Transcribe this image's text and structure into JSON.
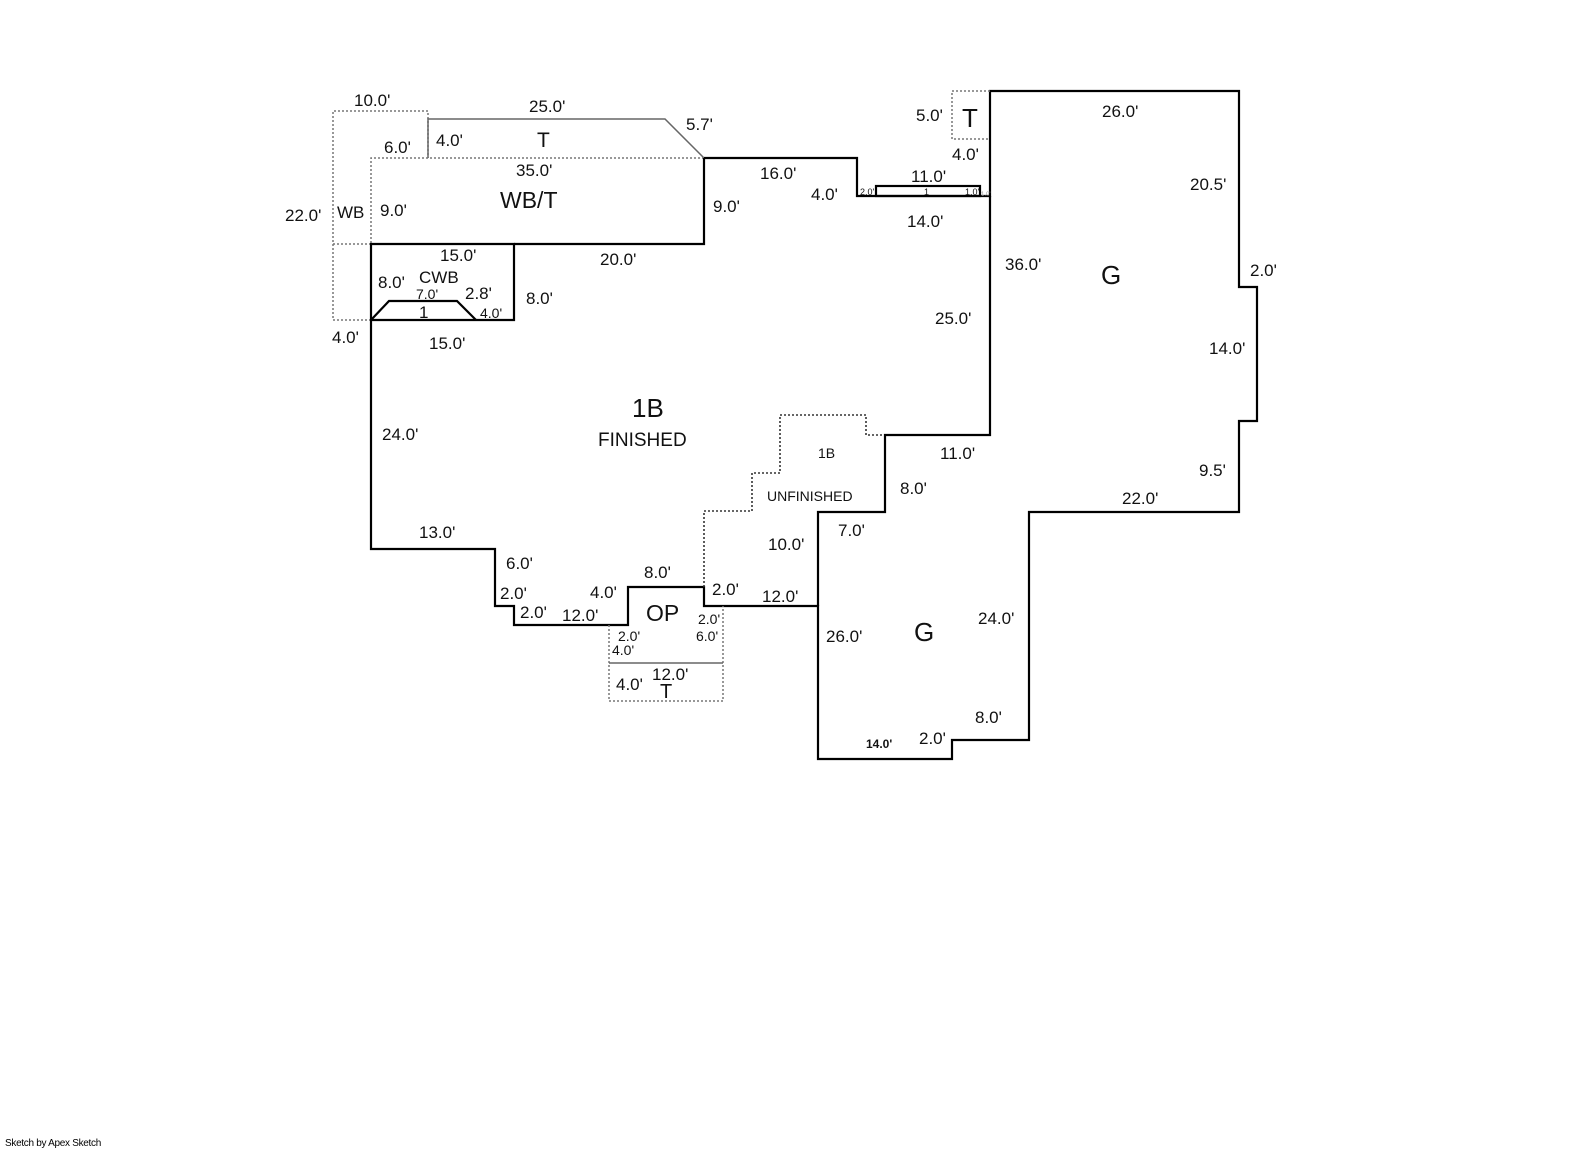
{
  "footer": {
    "credit": "Sketch by Apex Sketch"
  },
  "areas": {
    "wb": "WB",
    "wbt": "WB/T",
    "t_top": "T",
    "cwb": "CWB",
    "cwb_sub": "1",
    "main_code": "1B",
    "main_desc": "FINISHED",
    "unf_code": "1B",
    "unf_desc": "UNFINISHED",
    "op": "OP",
    "t_bottom": "T",
    "t_right": "T",
    "garage_upper": "G",
    "garage_lower": "G",
    "strip_sub": "1"
  },
  "dims": {
    "wb_top": "10.0'",
    "wb_side": "22.0'",
    "wb_bottom": "4.0'",
    "wb_inner": "6.0'",
    "t_top_len": "25.0'",
    "t_diag": "5.7'",
    "t_side": "4.0'",
    "wbt_top": "35.0'",
    "wbt_side": "9.0'",
    "wbt_right": "9.0'",
    "cwb_top": "15.0'",
    "cwb_left": "8.0'",
    "cwb_inner_top": "7.0'",
    "cwb_diag": "2.8'",
    "cwb_inner_r": "4.0'",
    "cwb_right": "8.0'",
    "cwb_bottom": "15.0'",
    "main_top": "20.0'",
    "main_left": "24.0'",
    "main_bottom": "13.0'",
    "step1": "6.0'",
    "step2": "2.0'",
    "step3": "2.0'",
    "step4": "12.0'",
    "op_left": "4.0'",
    "op_top": "8.0'",
    "op_right": "2.0'",
    "op_in_l1": "2.0'",
    "op_in_l2": "4.0'",
    "op_in_r1": "2.0'",
    "op_in_r2": "6.0'",
    "tb_top": "12.0'",
    "tb_side": "4.0'",
    "unf_12": "12.0'",
    "unf_10": "10.0'",
    "unf_7": "7.0'",
    "unf_8": "8.0'",
    "unf_11": "11.0'",
    "n_16": "16.0'",
    "n_4": "4.0'",
    "n_11": "11.0'",
    "n_14": "14.0'",
    "strip_2": "2.0'",
    "strip_1": "1.0'",
    "strip_end": "1.0'",
    "tr_side": "5.0'",
    "tr_bottom": "4.0'",
    "g_top": "26.0'",
    "g_r1": "20.5'",
    "g_r2": "2.0'",
    "g_r3": "14.0'",
    "g_r4": "9.5'",
    "g_bottom": "22.0'",
    "g_left": "36.0'",
    "g_left2": "25.0'",
    "gl_left": "26.0'",
    "gl_right": "24.0'",
    "gl_8": "8.0'",
    "gl_2": "2.0'",
    "gl_14": "14.0'"
  }
}
